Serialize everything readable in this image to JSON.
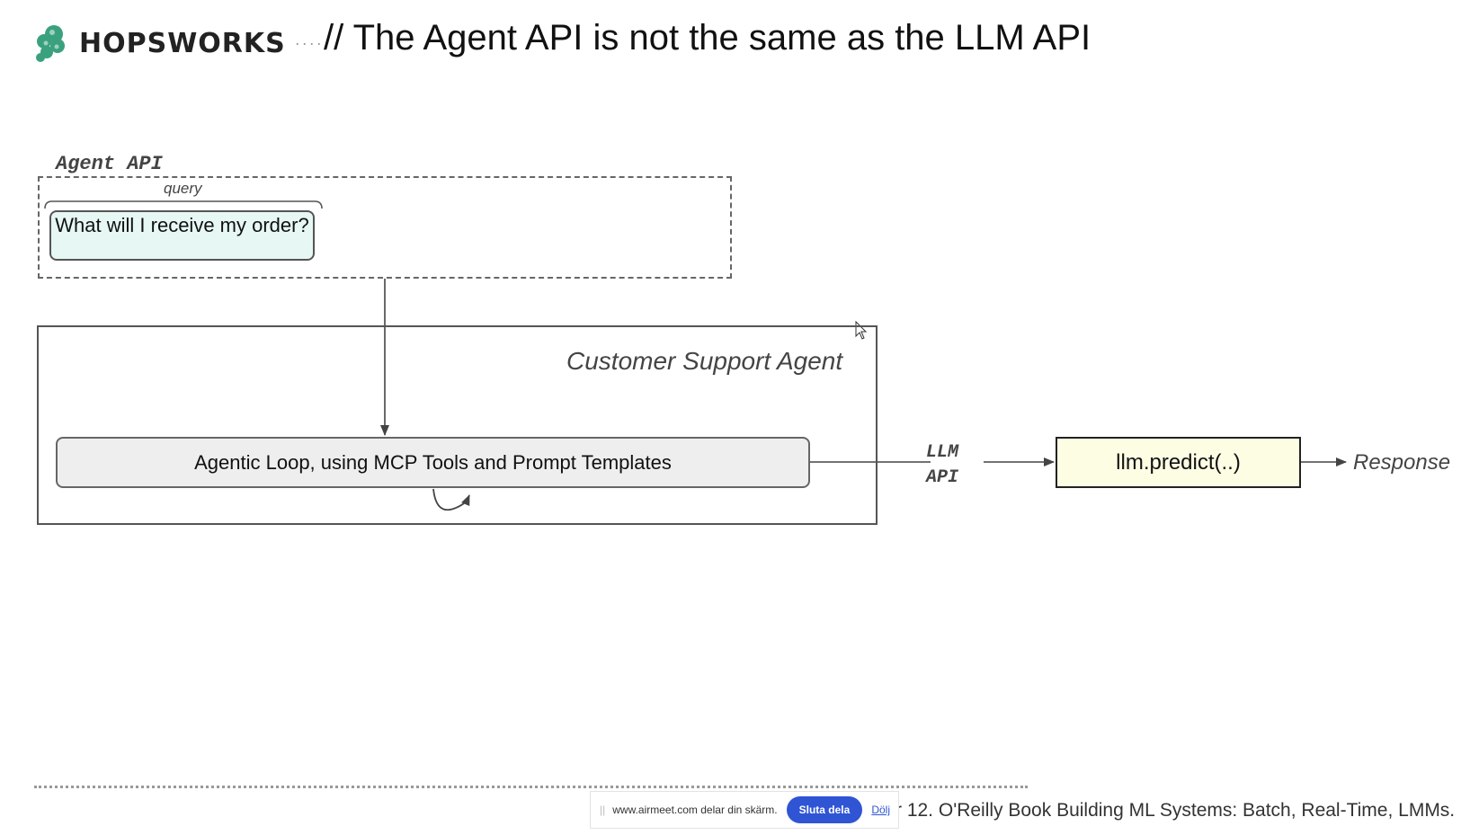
{
  "header": {
    "brand": "HOPSWORKS",
    "separator": "····",
    "title": "// The Agent API is not the same as the LLM API"
  },
  "diagram": {
    "agent_api_label": "Agent API",
    "query_label": "query",
    "query_text": "What will I receive my order?",
    "agent_label": "Customer Support Agent",
    "loop_text": "Agentic Loop, using MCP Tools and Prompt Templates",
    "llm_api_label_1": "LLM",
    "llm_api_label_2": "API",
    "predict_text": "llm.predict(..)",
    "response_text": "Response"
  },
  "footer": {
    "text": "r 12. O'Reilly Book  Building ML Systems: Batch, Real-Time, LMMs."
  },
  "share_bar": {
    "message": "www.airmeet.com delar din skärm.",
    "stop_label": "Sluta dela",
    "hide_label": "Dölj"
  },
  "colors": {
    "query_fill": "#e6f7f4",
    "loop_fill": "#eeeeee",
    "predict_fill": "#fdfde3",
    "logo_green": "#3aa17e",
    "stop_button": "#2f55d4"
  }
}
